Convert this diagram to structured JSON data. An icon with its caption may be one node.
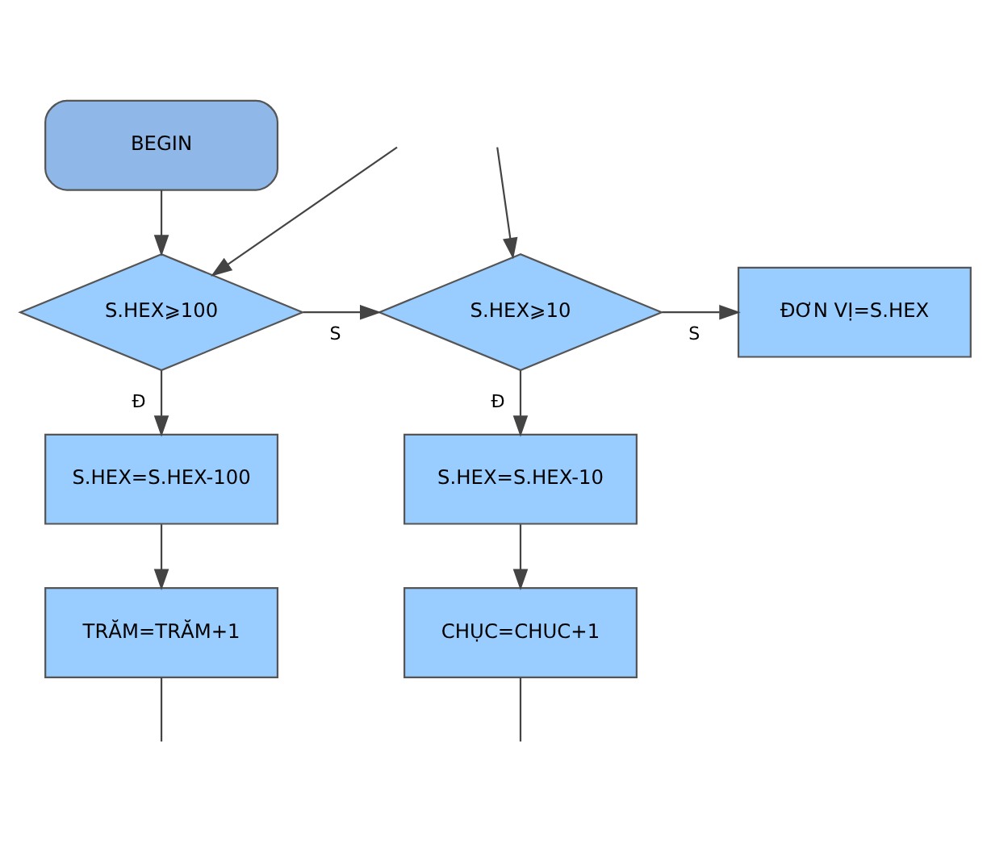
{
  "diagram": {
    "nodes": [
      {
        "text": [
          "BEGIN"
        ]
      },
      {
        "text": [
          "S.HEX⩾100"
        ]
      },
      {
        "text": [
          "S.HEX=S.HEX-100"
        ]
      },
      {
        "text": [
          "TRĂM=TRĂM+1"
        ]
      },
      {
        "text": [
          "S.HEX⩾10"
        ]
      },
      {
        "text": [
          "ĐƠN VỊ=S.HEX"
        ]
      },
      {
        "text": [
          "S.HEX=S.HEX-10"
        ]
      },
      {
        "text": [
          "CHỤC=CHUC+1"
        ]
      }
    ],
    "edges": [
      {
        "from": 0,
        "to": 1,
        "arrow": "to"
      },
      {
        "from": 1,
        "to": 4,
        "arrow": "to",
        "label": "S"
      },
      {
        "from": 1,
        "to": 2,
        "arrow": "to",
        "label": "Đ"
      },
      {
        "from": 2,
        "to": 3,
        "arrow": "to"
      },
      {
        "from": 3,
        "to": null,
        "arrow": "none"
      },
      {
        "from": null,
        "to": 1,
        "arrow": "to"
      },
      {
        "from": 4,
        "to": 5,
        "arrow": "to",
        "label": "S"
      },
      {
        "from": 4,
        "to": 6,
        "arrow": "to",
        "label": "Đ"
      },
      {
        "from": 6,
        "to": 7,
        "arrow": "to"
      },
      {
        "from": 7,
        "to": null,
        "arrow": "none"
      },
      {
        "from": null,
        "to": 4,
        "arrow": "to"
      }
    ]
  }
}
